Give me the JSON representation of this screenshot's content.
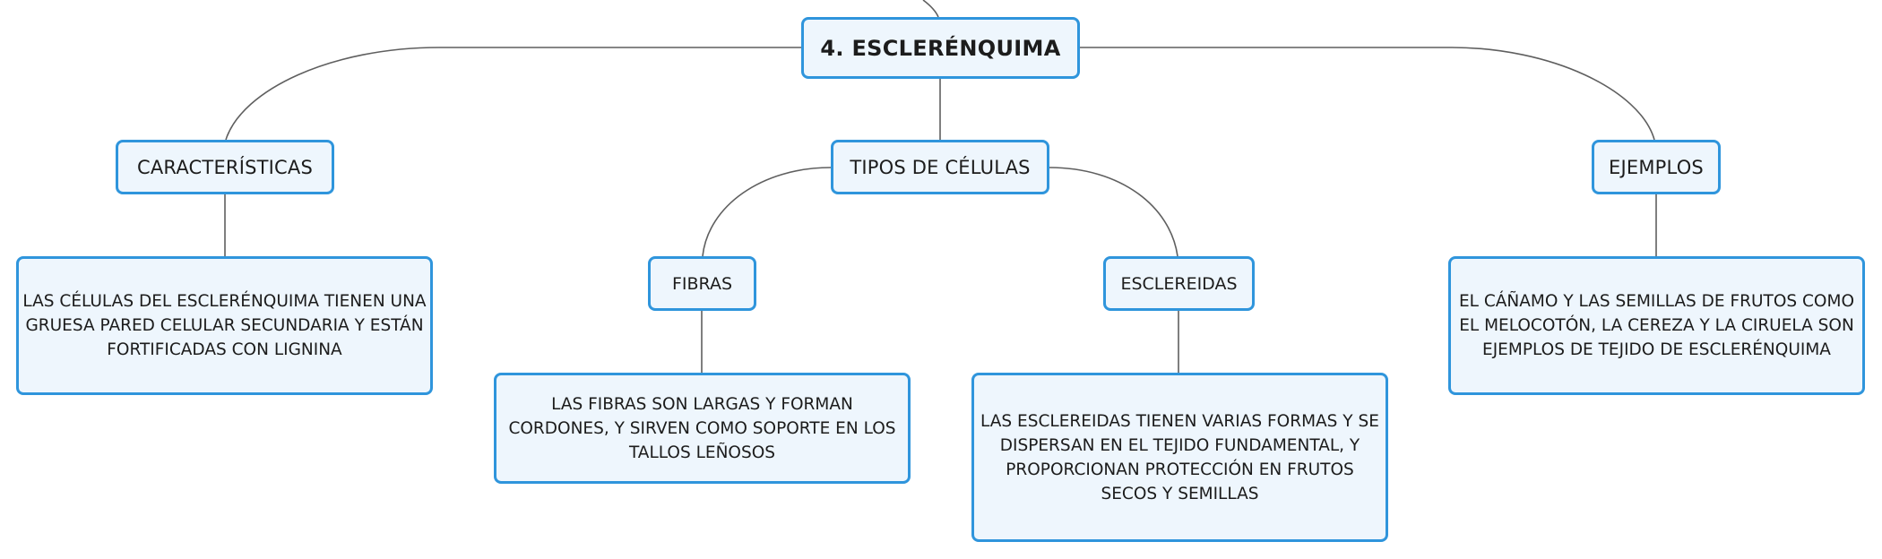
{
  "colors": {
    "node_border": "#2f95dc",
    "node_fill": "#eef6fd",
    "connector": "#5f5f5f",
    "text": "#1c1c1c"
  },
  "mindmap": {
    "root": {
      "label": "4. ESCLERÉNQUIMA"
    },
    "caracteristicas": {
      "label": "CARACTERÍSTICAS",
      "description": "LAS CÉLULAS DEL ESCLERÉNQUIMA TIENEN UNA GRUESA PARED CELULAR SECUNDARIA Y ESTÁN FORTIFICADAS CON LIGNINA"
    },
    "tipos": {
      "label": "TIPOS DE CÉLULAS",
      "fibras": {
        "label": "FIBRAS",
        "description": "LAS FIBRAS SON LARGAS Y FORMAN CORDONES, Y SIRVEN COMO SOPORTE EN LOS TALLOS LEÑOSOS"
      },
      "esclereidas": {
        "label": "ESCLEREIDAS",
        "description": "LAS ESCLEREIDAS TIENEN VARIAS FORMAS Y SE DISPERSAN EN EL TEJIDO FUNDAMENTAL, Y PROPORCIONAN PROTECCIÓN EN FRUTOS SECOS Y SEMILLAS"
      }
    },
    "ejemplos": {
      "label": "EJEMPLOS",
      "description": "EL CÁÑAMO Y LAS SEMILLAS DE FRUTOS COMO EL MELOCOTÓN, LA CEREZA Y LA CIRUELA SON EJEMPLOS DE TEJIDO DE ESCLERÉNQUIMA"
    }
  }
}
